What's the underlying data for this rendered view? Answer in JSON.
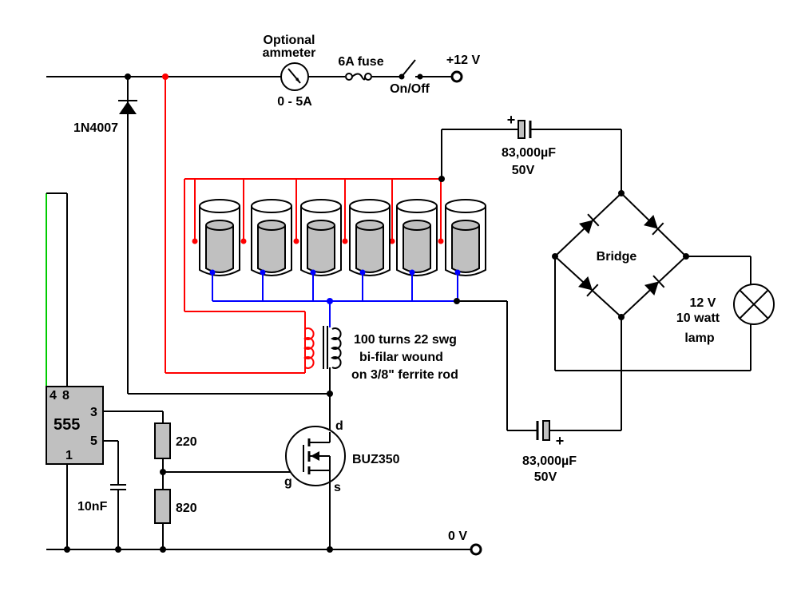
{
  "labels": {
    "ammeter_line1": "Optional",
    "ammeter_line2": "ammeter",
    "ammeter_range": "0 - 5A",
    "fuse": "6A fuse",
    "switch": "On/Off",
    "supply_plus": "+12 V",
    "diode": "1N4007",
    "cap_top_value": "83,000µF",
    "cap_top_voltage": "50V",
    "cap_bottom_value": "83,000µF",
    "cap_bottom_voltage": "50V",
    "bridge": "Bridge",
    "lamp_line1": "12 V",
    "lamp_line2": "10 watt",
    "lamp_line3": "lamp",
    "coil_line1": "100 turns 22 swg",
    "coil_line2": "bi-filar wound",
    "coil_line3": "on 3/8\" ferrite rod",
    "ic_name": "555",
    "ic_pin8": "8",
    "ic_pin4": "4",
    "ic_pin3": "3",
    "ic_pin5": "5",
    "ic_pin1": "1",
    "resistor1": "220",
    "resistor2": "820",
    "capacitor_small": "10nF",
    "mosfet": "BUZ350",
    "mosfet_d": "d",
    "mosfet_g": "g",
    "mosfet_s": "s",
    "supply_zero": "0 V",
    "polarity_plus": "+"
  },
  "colors": {
    "wire": "#000000",
    "primary_winding": "#ff0000",
    "secondary_winding": "#0000ff",
    "cell_fill": "#c0c0c0",
    "ic_fill": "#c0c0c0",
    "resistor_fill": "#c0c0c0",
    "green_wire": "#00cc00"
  },
  "cells": {
    "count": 6
  }
}
